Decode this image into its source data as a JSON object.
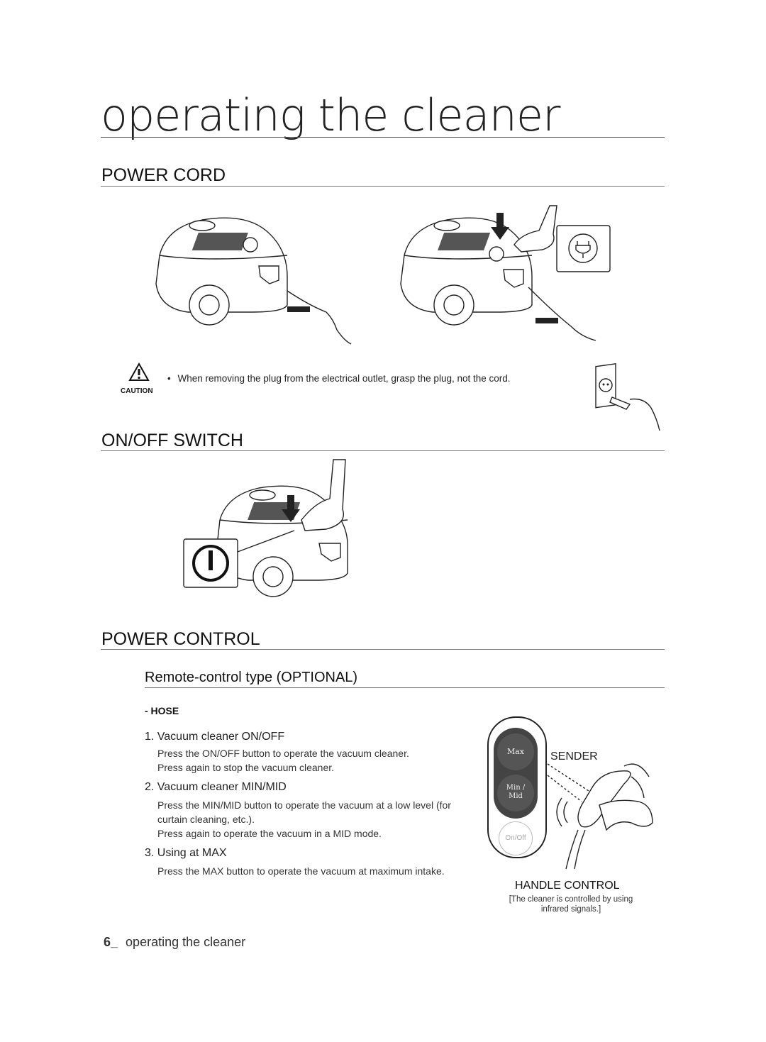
{
  "page": {
    "title": "operating the cleaner",
    "footer_number": "6_",
    "footer_text": "operating the cleaner"
  },
  "sections": {
    "power_cord": {
      "heading": "POWER CORD"
    },
    "caution": {
      "label": "CAUTION",
      "bullet": "•",
      "text": "When removing the plug from the electrical outlet, grasp the plug, not the cord."
    },
    "on_off_switch": {
      "heading": "ON/OFF SWITCH"
    },
    "power_control": {
      "heading": "POWER CONTROL",
      "subheading": "Remote-control type (OPTIONAL)",
      "hose_label": "- HOSE",
      "items": [
        {
          "title": "1. Vacuum cleaner ON/OFF",
          "lines": [
            "Press the ON/OFF button to operate the vacuum cleaner.",
            "Press again to stop the vacuum cleaner."
          ]
        },
        {
          "title": "2. Vacuum cleaner MIN/MID",
          "lines": [
            "Press the MIN/MID button to operate the vacuum at a low level (for curtain cleaning, etc.).",
            "Press again to operate the vacuum in a MID mode."
          ]
        },
        {
          "title": "3. Using at MAX",
          "lines": [
            "Press the MAX button to operate the vacuum at maximum intake."
          ]
        }
      ]
    }
  },
  "remote": {
    "btn_max": "Max",
    "btn_min": "Min /",
    "btn_mid": "Mid",
    "btn_onoff": "On/Off",
    "sender_label": "SENDER",
    "handle_label": "HANDLE CONTROL",
    "handle_note": "[The cleaner is controlled by using infrared signals.]"
  },
  "icons": [
    "plug-icon",
    "power-icon",
    "caution-icon",
    "arrow-down-icon",
    "arrow-right-icon",
    "arrow-left-icon"
  ]
}
